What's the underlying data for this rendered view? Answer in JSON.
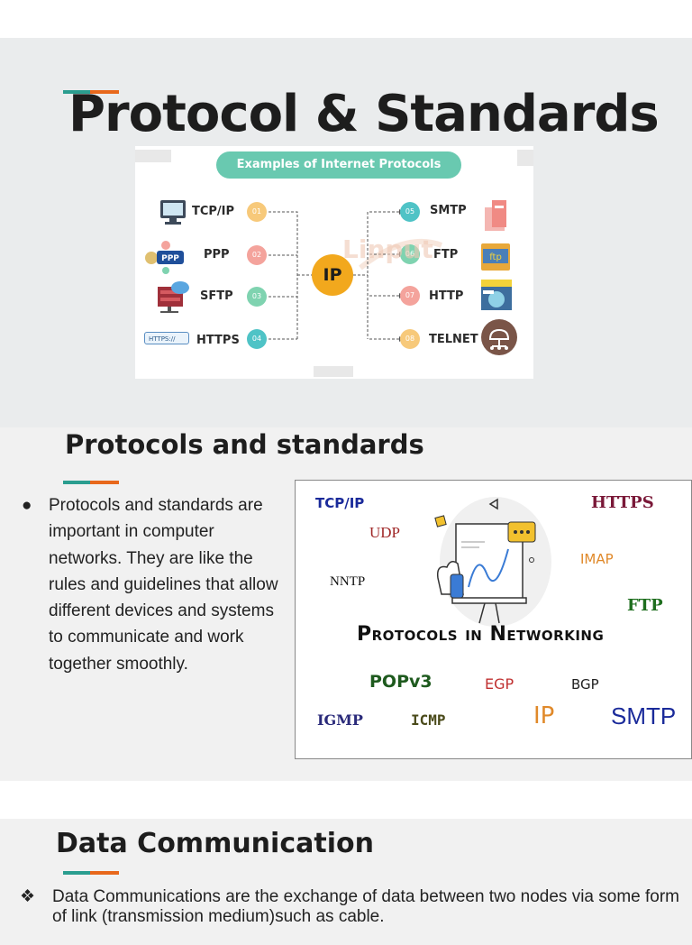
{
  "slide1": {
    "title": "Protocol & Standards",
    "infographic": {
      "banner": "Examples of Internet Protocols",
      "watermark": "Linput",
      "center": "IP",
      "left": [
        {
          "num": "01",
          "label": "TCP/IP",
          "icon": "computer-icon",
          "color": "#f7c97a"
        },
        {
          "num": "02",
          "label": "PPP",
          "icon": "ppp-network-icon",
          "color": "#f4a39c"
        },
        {
          "num": "03",
          "label": "SFTP",
          "icon": "server-cloud-icon",
          "color": "#7fd3b0"
        },
        {
          "num": "04",
          "label": "HTTPS",
          "icon": "browser-address-icon",
          "color": "#4fc3c6"
        }
      ],
      "right": [
        {
          "num": "05",
          "label": "SMTP",
          "icon": "mail-server-icon",
          "color": "#4fc3c6"
        },
        {
          "num": "06",
          "label": "FTP",
          "icon": "ftp-folder-icon",
          "color": "#7fd3b0"
        },
        {
          "num": "07",
          "label": "HTTP",
          "icon": "globe-browser-icon",
          "color": "#f4a39c"
        },
        {
          "num": "08",
          "label": "TELNET",
          "icon": "telnet-network-icon",
          "color": "#f7c97a"
        }
      ],
      "https_box": "HTTPS://"
    }
  },
  "slide2": {
    "title": "Protocols and standards",
    "bullet_symbol": "●",
    "bullet": "Protocols and standards are important in computer networks. They are like the rules and guidelines that allow different devices and systems to communicate and work together smoothly.",
    "image": {
      "heading": "Protocols in Networking",
      "words": {
        "tcpip": "TCP/IP",
        "udp": "UDP",
        "https": "HTTPS",
        "imap": "IMAP",
        "nntp": "NNTP",
        "ftp": "FTP",
        "popv3": "POPv3",
        "egp": "EGP",
        "bgp": "BGP",
        "igmp": "IGMP",
        "icmp": "ICMP",
        "ip": "IP",
        "smtp": "SMTP"
      }
    }
  },
  "slide3": {
    "title": "Data Communication",
    "bullet_symbol": "❖",
    "bullet": "Data Communications are the exchange of data between two nodes via some form of link (transmission medium)such as cable."
  }
}
